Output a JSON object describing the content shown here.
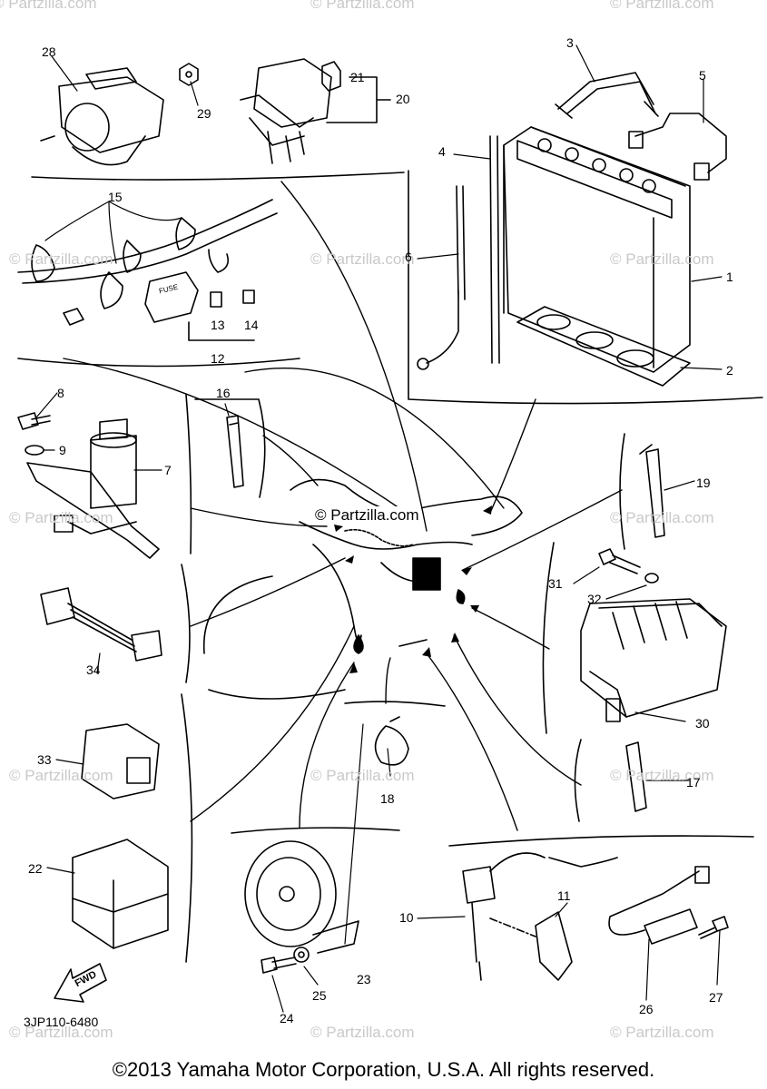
{
  "watermark": {
    "text": "© Partzilla.com",
    "center_text": "© Partzilla.com"
  },
  "callouts": [
    "1",
    "2",
    "3",
    "4",
    "5",
    "6",
    "7",
    "8",
    "9",
    "10",
    "11",
    "12",
    "13",
    "14",
    "15",
    "16",
    "17",
    "18",
    "19",
    "20",
    "21",
    "22",
    "23",
    "24",
    "25",
    "26",
    "27",
    "28",
    "29",
    "30",
    "31",
    "32",
    "33",
    "34"
  ],
  "diagram_code": "3JP110-6480",
  "fwd_label": "FWD",
  "fuse_label": "FUSE",
  "copyright": "©2013 Yamaha Motor Corporation, U.S.A. All rights reserved."
}
